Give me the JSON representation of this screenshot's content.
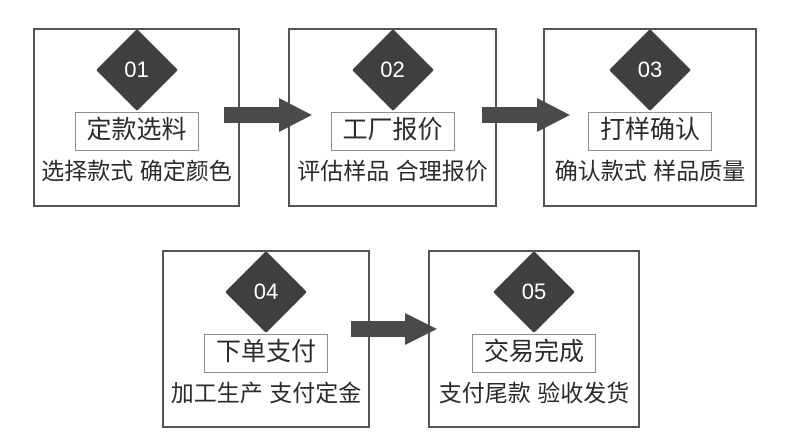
{
  "diagram": {
    "type": "process-flow",
    "title_hidden": true,
    "colors": {
      "box_border": "#545454",
      "diamond_fill": "#3f3f3f",
      "diamond_text": "#ffffff",
      "title_border": "#8e8e8e",
      "text": "#2b2b2b",
      "arrow_fill": "#4a4a4a",
      "background": "#ffffff"
    },
    "steps": [
      {
        "number": "01",
        "title": "定款选料",
        "subtitle": "选择款式 确定颜色",
        "name": "step-01-ding-kuan-xuan-liao"
      },
      {
        "number": "02",
        "title": "工厂报价",
        "subtitle": "评估样品 合理报价",
        "name": "step-02-gong-chang-bao-jia"
      },
      {
        "number": "03",
        "title": "打样确认",
        "subtitle": "确认款式 样品质量",
        "name": "step-03-da-yang-que-ren"
      },
      {
        "number": "04",
        "title": "下单支付",
        "subtitle": "加工生产 支付定金",
        "name": "step-04-xia-dan-zhi-fu"
      },
      {
        "number": "05",
        "title": "交易完成",
        "subtitle": "支付尾款 验收发货",
        "name": "step-05-jiao-yi-wan-cheng"
      }
    ],
    "connectors": [
      {
        "from": "01",
        "to": "02",
        "icon": "arrow-right-icon"
      },
      {
        "from": "02",
        "to": "03",
        "icon": "arrow-right-icon"
      },
      {
        "from": "04",
        "to": "05",
        "icon": "arrow-right-icon"
      }
    ]
  }
}
